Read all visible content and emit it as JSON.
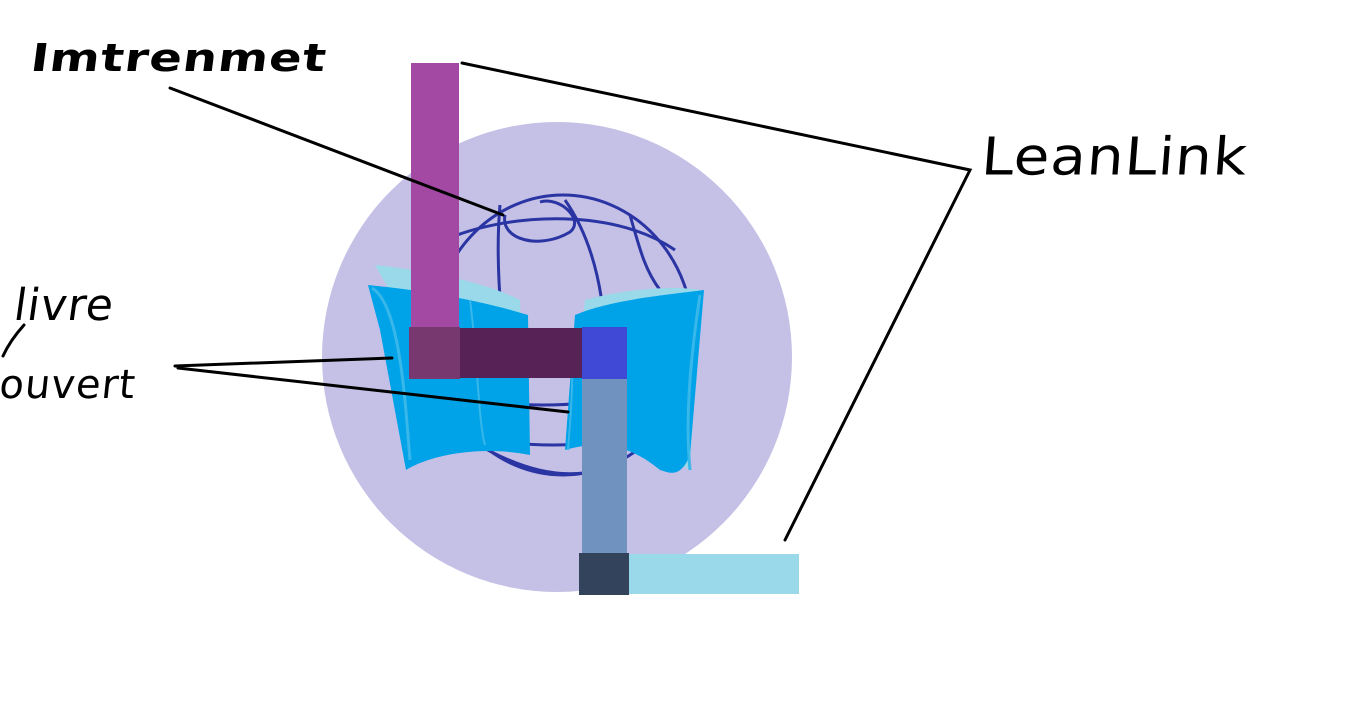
{
  "labels": {
    "internet": "Imtrenmet",
    "leanlink": "LeanLink",
    "livre": "livre",
    "ouvert": "ouvert"
  },
  "colors": {
    "circle": "#c5c0e6",
    "globe_lines": "#2a35a3",
    "book_pages": "#00a2e8",
    "book_highlight": "#99d9ea",
    "bar_top_vertical": "#a349a4",
    "bar_corner_left": "#76386f",
    "bar_horizontal": "#572255",
    "bar_corner_right": "#4049d6",
    "bar_lower_vertical": "#7092be",
    "bar_bottom_corner": "#34435c",
    "bar_bottom_horizontal": "#99d9ea",
    "annotation_lines": "#000000"
  }
}
